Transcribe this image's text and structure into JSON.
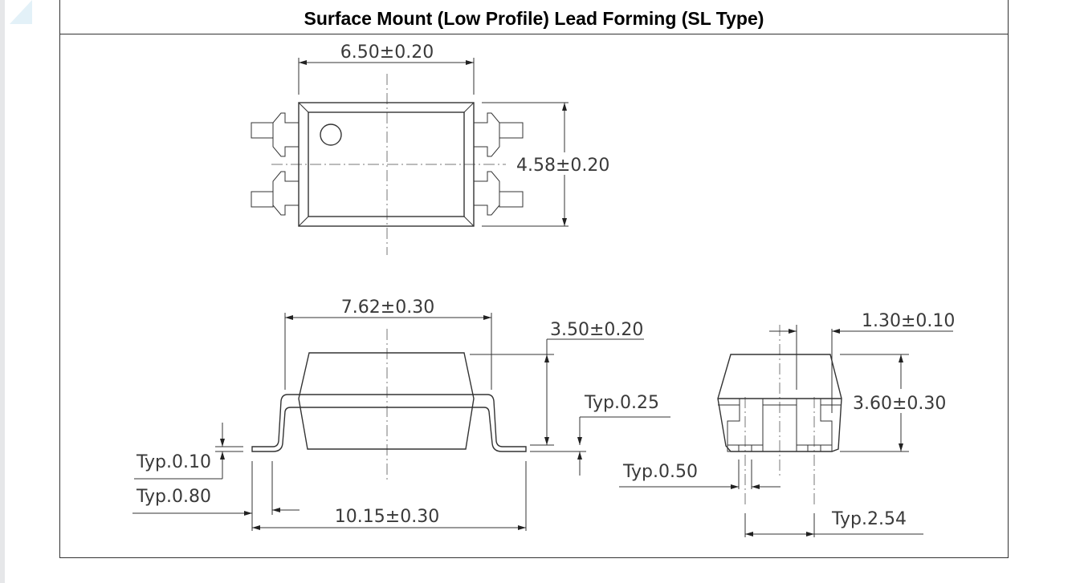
{
  "title": "Surface Mount (Low Profile) Lead Forming (SL Type)",
  "top_view": {
    "width": "6.50±0.20",
    "height": "4.58±0.20"
  },
  "side_view": {
    "body_width": "7.62±0.30",
    "height": "3.50±0.20",
    "lead_thickness": "Typ.0.25",
    "standoff": "Typ.0.10",
    "foot_length": "Typ.0.80",
    "overall_length": "10.15±0.30"
  },
  "end_view": {
    "lead_width_pitch": "1.30±0.10",
    "height": "3.60±0.30",
    "lead_width": "Typ.0.50",
    "pitch": "Typ.2.54"
  }
}
